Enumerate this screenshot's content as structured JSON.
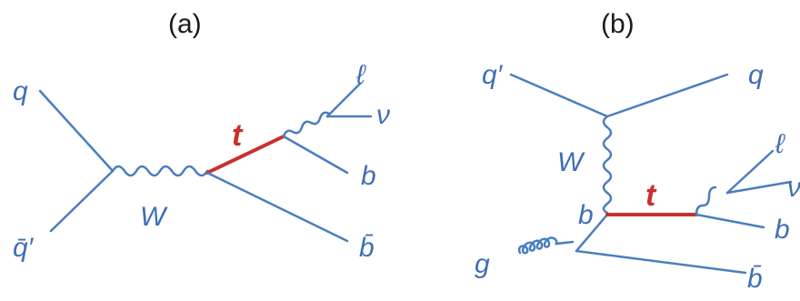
{
  "colors": {
    "line": "#4a7ebf",
    "label": "#3f6fb4",
    "top_quark": "#c9302c",
    "panel_label": "#1a1a1a"
  },
  "diagram_a": {
    "panel_label": "(a)",
    "incoming_quark": "q",
    "incoming_antiquark": "q̄′",
    "boson": "W",
    "top": "t",
    "lepton": "ℓ",
    "neutrino": "ν",
    "b_from_top": "b",
    "b_bar": "b̄"
  },
  "diagram_b": {
    "panel_label": "(b)",
    "incoming_quark": "q′",
    "outgoing_quark": "q",
    "boson": "W",
    "top": "t",
    "lepton": "ℓ",
    "neutrino": "ν",
    "b_from_top": "b",
    "internal_b": "b",
    "gluon": "g",
    "b_bar": "b̄"
  }
}
